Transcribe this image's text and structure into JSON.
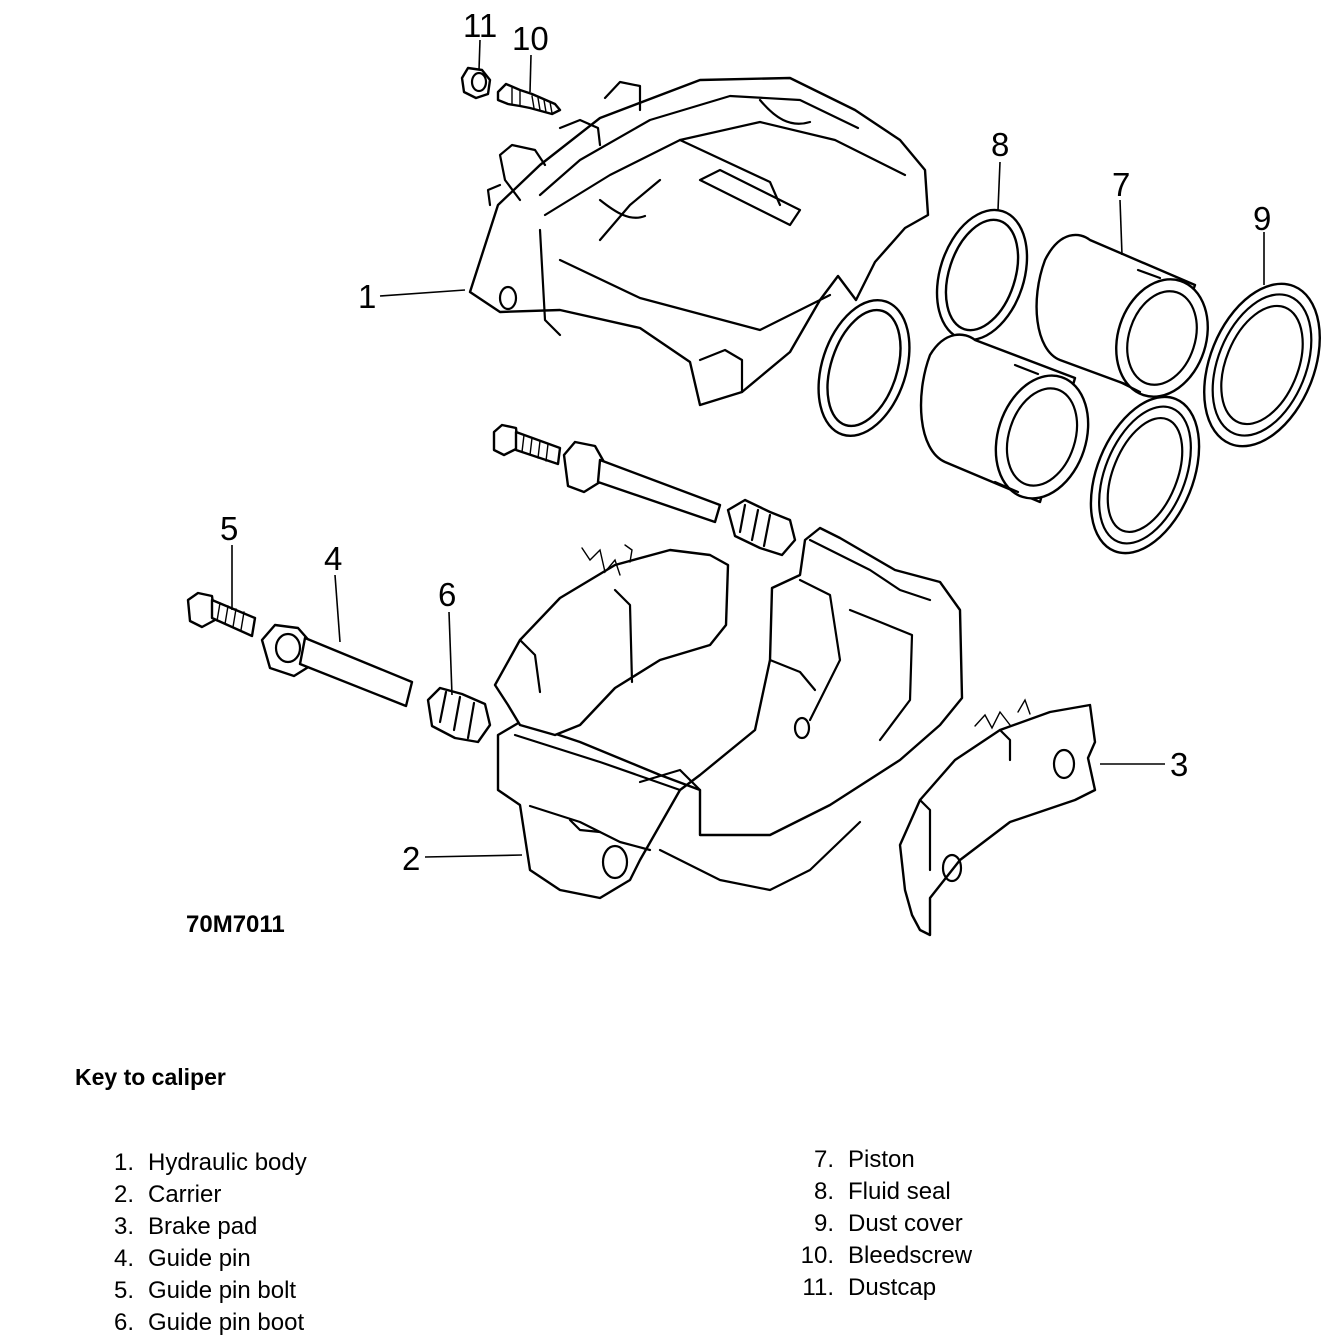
{
  "figure": {
    "reference_code": "70M7011",
    "callouts": [
      "1",
      "2",
      "3",
      "4",
      "5",
      "6",
      "7",
      "8",
      "9",
      "10",
      "11"
    ]
  },
  "key": {
    "title": "Key to caliper",
    "items": [
      {
        "number": "1.",
        "label": "Hydraulic body"
      },
      {
        "number": "2.",
        "label": "Carrier"
      },
      {
        "number": "3.",
        "label": "Brake pad"
      },
      {
        "number": "4.",
        "label": "Guide pin"
      },
      {
        "number": "5.",
        "label": "Guide pin bolt"
      },
      {
        "number": "6.",
        "label": "Guide pin boot"
      },
      {
        "number": "7.",
        "label": "Piston"
      },
      {
        "number": "8.",
        "label": "Fluid seal"
      },
      {
        "number": "9.",
        "label": "Dust cover"
      },
      {
        "number": "10.",
        "label": "Bleedscrew"
      },
      {
        "number": "11.",
        "label": "Dustcap"
      }
    ]
  }
}
